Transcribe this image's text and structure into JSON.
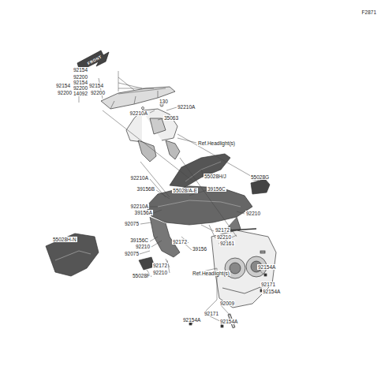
{
  "diagram": {
    "labels": [
      "F2871",
      "FRONT",
      "92154",
      "92200",
      "92154",
      "92200",
      "14092",
      "92154",
      "92200",
      "92154",
      "92200",
      "130",
      "92210A",
      "92210A",
      "35063",
      "Ref.Headlight(s)",
      "55028H/J",
      "92210A",
      "39156B",
      "55028/A-E",
      "39156C",
      "55028G",
      "92210A",
      "39156A",
      "92210",
      "92075",
      "92172",
      "92210",
      "92161",
      "55028H-N",
      "39156C",
      "92210",
      "92075",
      "92172",
      "39156",
      "92172",
      "55028F",
      "92210",
      "Ref.Headlight(s)",
      "92154A",
      "92171",
      "92154A",
      "92009",
      "92171",
      "92154A",
      "92154A"
    ]
  }
}
